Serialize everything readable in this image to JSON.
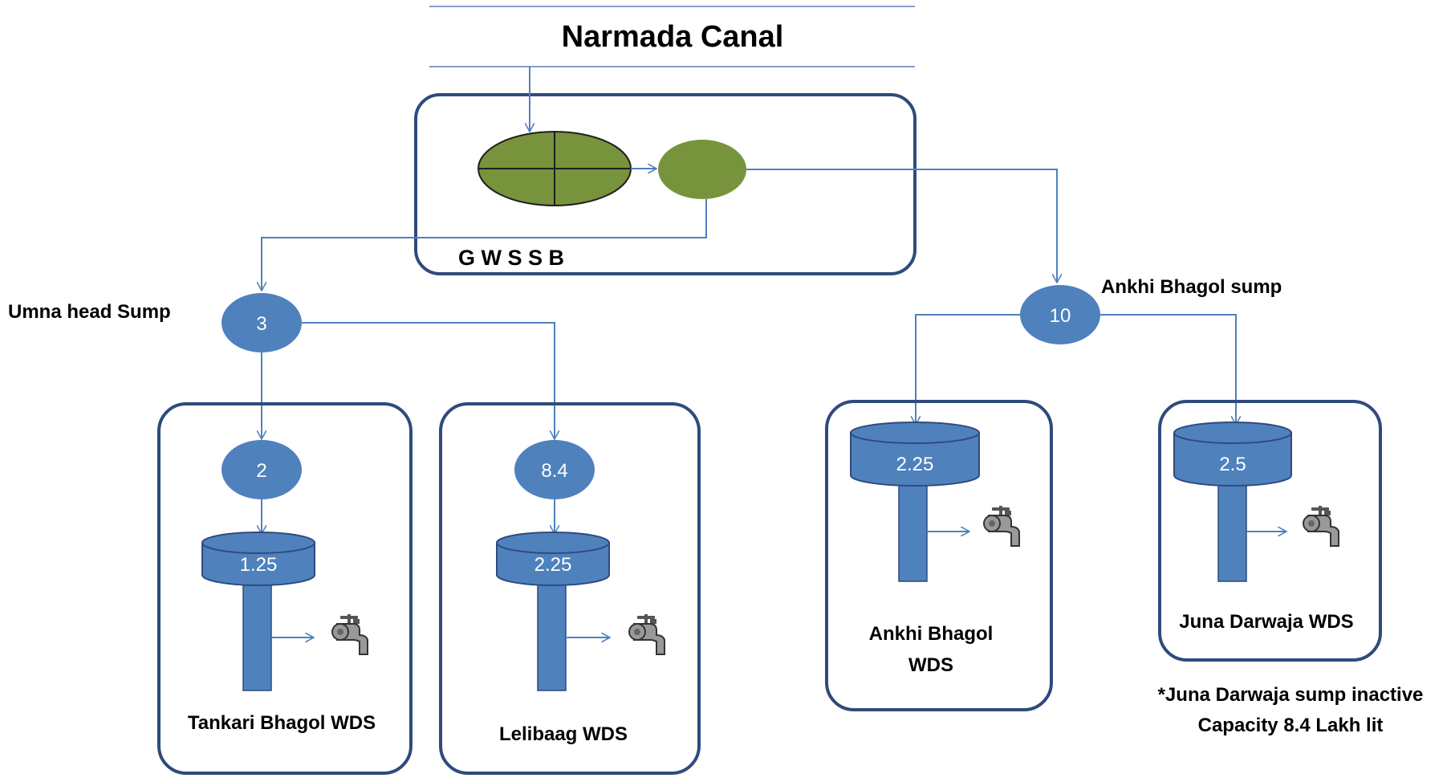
{
  "title": "Narmada Canal",
  "gwssb_label": "G W S S B",
  "umna": {
    "label": "Umna head Sump",
    "value": "3"
  },
  "ankhi_sump": {
    "label": "Ankhi Bhagol sump",
    "value": "10"
  },
  "tankari": {
    "sump_value": "2",
    "tank_value": "1.25",
    "label": "Tankari Bhagol WDS"
  },
  "lelibaag": {
    "sump_value": "8.4",
    "tank_value": "2.25",
    "label": "Lelibaag WDS"
  },
  "ankhi_wds": {
    "tank_value": "2.25",
    "label_line1": "Ankhi Bhagol",
    "label_line2": "WDS"
  },
  "juna": {
    "tank_value": "2.5",
    "label": "Juna Darwaja WDS"
  },
  "note": {
    "line1": "*Juna Darwaja sump inactive",
    "line2": "Capacity  8.4 Lakh lit"
  },
  "colors": {
    "box_border": "#2f4b7c",
    "sump_fill": "#4f81bd",
    "arrow": "#4f81bd",
    "treatment_fill": "#77933c",
    "canal_line": "#5b7fb5"
  },
  "icons": [
    "tap-icon"
  ]
}
